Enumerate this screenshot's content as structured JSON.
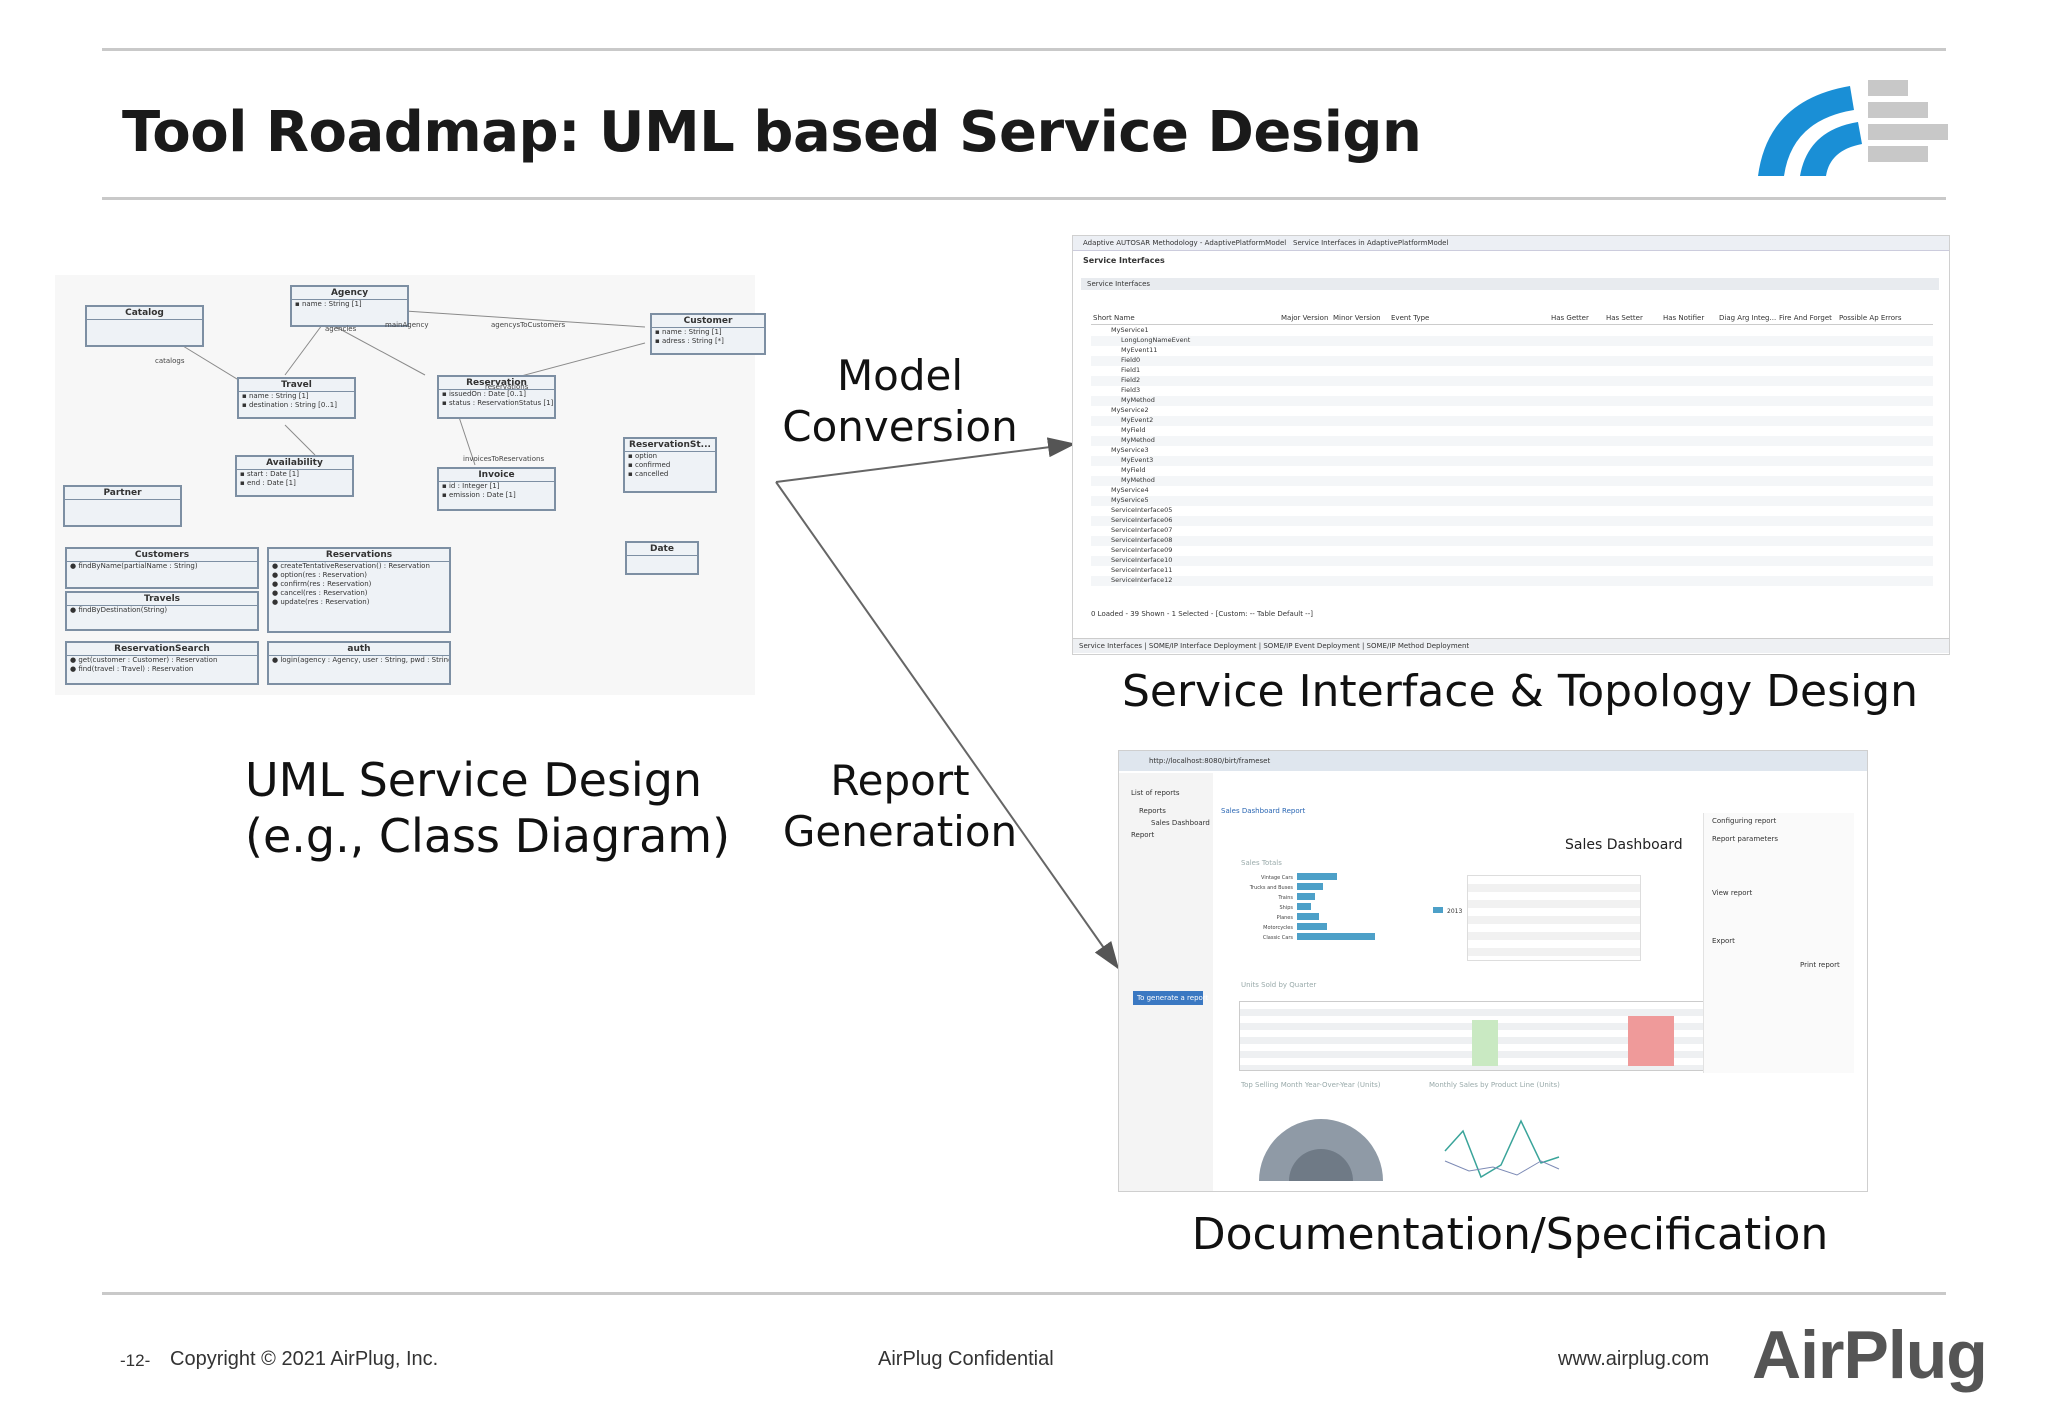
{
  "header": {
    "title": "Tool Roadmap: UML based Service Design"
  },
  "logo": {
    "icon": "airplug-wave-logo",
    "colors": [
      "#1a8fd6",
      "#c8c8c8"
    ]
  },
  "diagram": {
    "uml_caption": [
      "UML Service Design",
      "(e.g., Class Diagram)"
    ],
    "arrow_top_label": [
      "Model",
      "Conversion"
    ],
    "arrow_bottom_label": [
      "Report",
      "Generation"
    ],
    "service_caption": "Service Interface & Topology Design",
    "doc_caption": "Documentation/Specification"
  },
  "uml": {
    "classes": [
      "Catalog",
      "Agency",
      "Customer",
      "Travel",
      "Reservation",
      "Availability",
      "Invoice",
      "Partner",
      "ReservationSt...",
      "Date",
      "Customers",
      "Reservations",
      "Travels",
      "ReservationSearch",
      "auth"
    ]
  },
  "service_tool": {
    "tabs": [
      "Adaptive AUTOSAR Methodology - AdaptivePlatformModel",
      "Service Interfaces in AdaptivePlatformModel"
    ],
    "panel_title": "Service Interfaces",
    "section_title": "Service Interfaces",
    "columns": [
      "Short Name",
      "Major Version",
      "Minor Version",
      "Event Type",
      "Has Getter",
      "Has Setter",
      "Has Notifier",
      "Diag Arg Integ...",
      "Fire And Forget",
      "Possible Ap Errors"
    ],
    "rows": [
      "MyService1",
      "LongLongNameEvent",
      "MyEvent11",
      "Field0",
      "Field1",
      "Field2",
      "Field3",
      "MyMethod",
      "MyService2",
      "MyEvent2",
      "MyField",
      "MyMethod",
      "MyService3",
      "MyEvent3",
      "MyField",
      "MyMethod",
      "MyService4",
      "MyService5",
      "ServiceInterface05",
      "ServiceInterface06",
      "ServiceInterface07",
      "ServiceInterface08",
      "ServiceInterface09",
      "ServiceInterface10",
      "ServiceInterface11",
      "ServiceInterface12"
    ],
    "status": "0 Loaded - 39 Shown - 1 Selected - [Custom: -- Table Default --]",
    "bottom_tabs": "Service Interfaces | SOME/IP Interface Deployment | SOME/IP Event Deployment | SOME/IP Method Deployment"
  },
  "report_tool": {
    "url": "http://localhost:8080/birt/frameset",
    "tab": "Sales Dashboard Report",
    "heading": "Sales Dashboard",
    "sections": [
      "Sales Totals",
      "Units Sold by Quarter",
      "Top Selling Month Year-Over-Year (Units)",
      "Monthly Sales by Product Line (Units)"
    ],
    "categories": [
      "Vintage Cars",
      "Trucks and Buses",
      "Trains",
      "Ships",
      "Planes",
      "Motorcycles",
      "Classic Cars"
    ],
    "legend_year": "2013",
    "side": [
      "List of reports",
      "Reports",
      "Sales Dashboard",
      "Report"
    ],
    "button": "To generate a report",
    "right_panel": [
      "Configuring report",
      "Report parameters",
      "View report",
      "Export",
      "Print report"
    ]
  },
  "footer": {
    "page": "-12-",
    "copyright": "Copyright © 2021 AirPlug, Inc.",
    "confidential": "AirPlug Confidential",
    "website": "www.airplug.com",
    "brand": "AirPlug"
  }
}
